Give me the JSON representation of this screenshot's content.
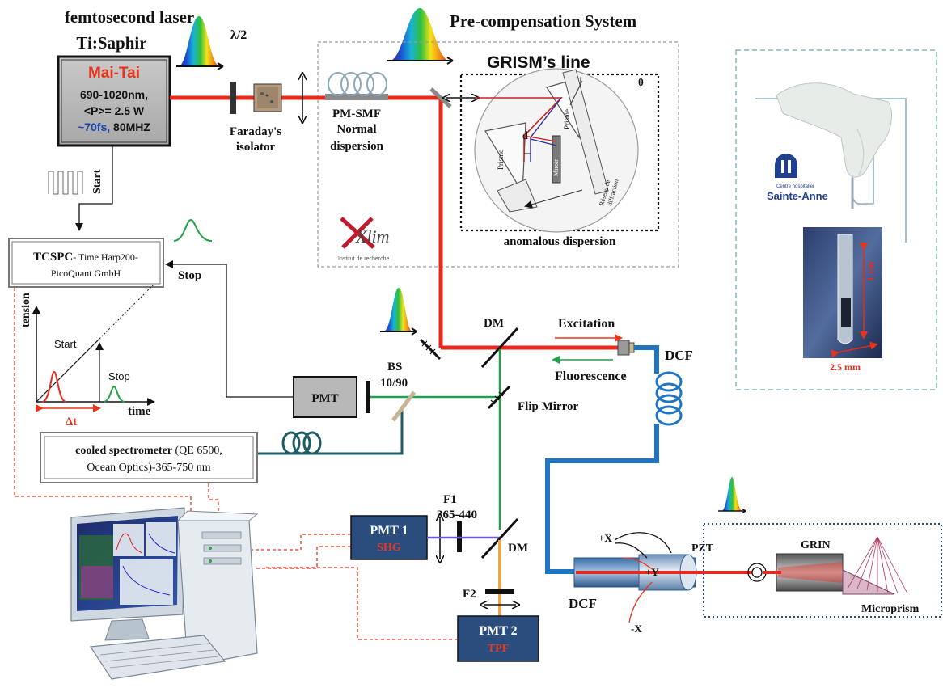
{
  "colors": {
    "laser_red": "#e8291c",
    "fluor_green": "#22a14a",
    "dcf_blue": "#1f75c2",
    "pmt_navy": "#2b4d7e",
    "pmt_text_red": "#e03b22",
    "maitai_red": "#e8341c",
    "maitai_blue": "#1a43a8",
    "fiber_teal": "#1d5c62",
    "dashed_red": "#e8341c",
    "orange_beam": "#e8a64c",
    "violet_beam": "#6a5ac8"
  },
  "source": {
    "title_line1": "femtosecond laser",
    "title_line2": "Ti:Saphir",
    "model": "Mai-Tai",
    "spec_line1": "690-1020nm,",
    "spec_line2": "<P>= 2.5 W",
    "spec_line3a": "~70fs,",
    "spec_line3b": " 80MHZ"
  },
  "components": {
    "half_wave": "λ/2",
    "faraday_line1": "Faraday's",
    "faraday_line2": "isolator",
    "pmsmf_line1": "PM-SMF",
    "pmsmf_line2": "Normal",
    "pmsmf_line3": "dispersion",
    "precomp_title": "Pre-compensation System",
    "grism_title": "GRISM’s line",
    "theta": "θ",
    "d_label": "d",
    "prisme": "Prisme",
    "miroir": "Miroir",
    "reseau_line1": "Réseau de",
    "reseau_line2": "diffraction",
    "anomalous": "anomalous dispersion",
    "xlim_logo": "Xlim",
    "xlim_sub": "Institut de recherche",
    "start": "Start",
    "stop": "Stop",
    "tcspc_bold": "TCSPC",
    "tcspc_rest": "- Time Harp200-",
    "tcspc_line2": "PicoQuant GmbH",
    "dm": "DM",
    "excitation": "Excitation",
    "fluorescence": "Fluorescence",
    "dcf": "DCF",
    "bs_line1": "BS",
    "bs_line2": "10/90",
    "pmt": "PMT",
    "flip_mirror": "Flip Mirror",
    "spectro_bold": "cooled spectrometer",
    "spectro_rest": " (QE 6500,",
    "spectro_line2": "Ocean Optics)-365-750 nm",
    "f1_line1": "F1",
    "f1_line2": "365-440",
    "pmt1": "PMT 1",
    "pmt1_sub": "SHG",
    "dm2": "DM",
    "f2": "F2",
    "pmt2": "PMT 2",
    "pmt2_sub": "TPF",
    "pzt": "PZT",
    "plus_x": "+X",
    "plus_y": "+Y",
    "minus_x": "-X",
    "dcf2": "DCF",
    "grin": "GRIN",
    "microprism": "Microprism"
  },
  "timing_graph": {
    "ylabel": "tension",
    "xlabel": "time",
    "start": "Start",
    "stop": "Stop",
    "delta": "Δt"
  },
  "hospital": {
    "small_line1": "Centre hospitalier",
    "name": "Sainte-Anne",
    "length": "1 cm",
    "diameter": "2.5 mm"
  }
}
